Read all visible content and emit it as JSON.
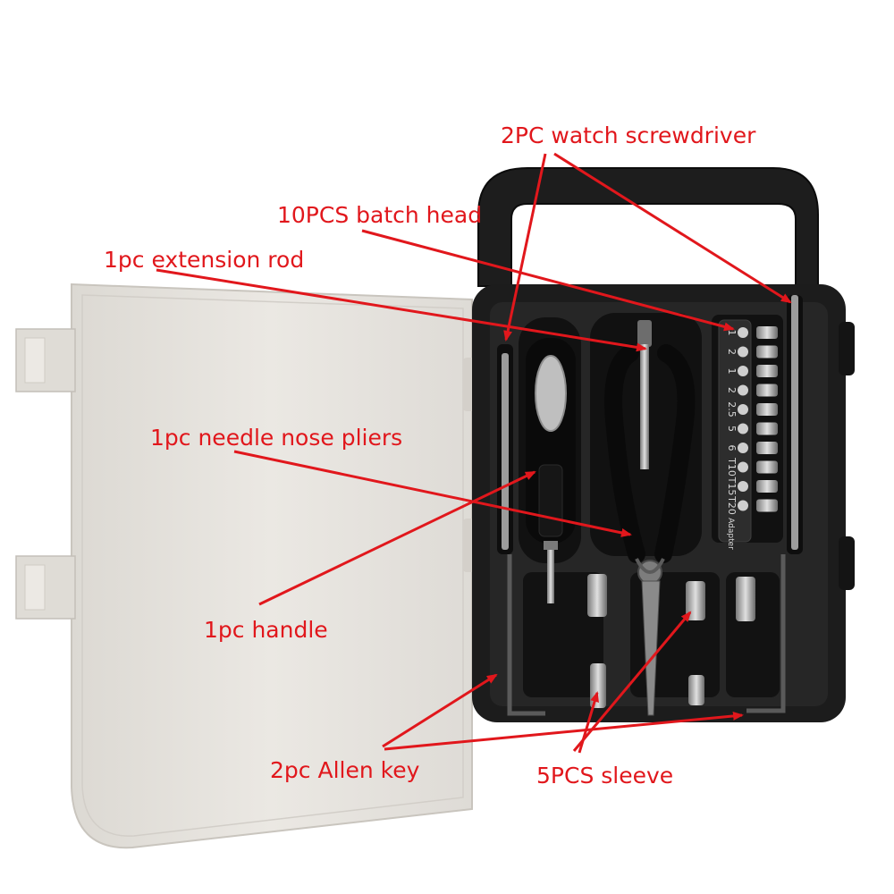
{
  "labels": {
    "watch_screwdriver": "2PC watch screwdriver",
    "batch_head": "10PCS batch head",
    "extension_rod": "1pc extension rod",
    "needle_nose_pliers": "1pc needle nose pliers",
    "handle": "1pc handle",
    "allen_key": "2pc Allen key",
    "sleeve": "5PCS sleeve"
  },
  "bit_strip": {
    "markings": [
      "1",
      "2",
      "1",
      "2",
      "2.5",
      "5",
      "6",
      "T10",
      "T15",
      "T20",
      "Adapter"
    ]
  },
  "colors": {
    "annotation": "#e1171c",
    "lid": "#e8e5e0",
    "case": "#1c1c1c",
    "background": "#ffffff"
  }
}
